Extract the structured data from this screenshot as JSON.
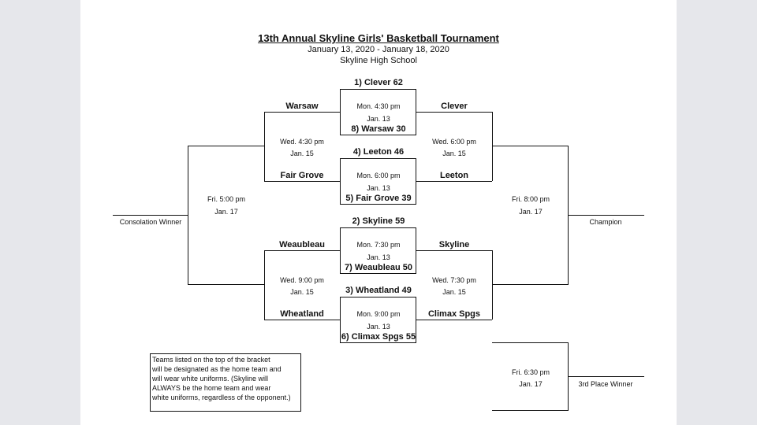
{
  "header": {
    "title": "13th Annual Skyline Girls' Basketball Tournament",
    "dates": "January 13, 2020 - January 18, 2020",
    "venue": "Skyline High School"
  },
  "round1": [
    {
      "top": "1) Clever 62",
      "time": "Mon. 4:30 pm",
      "date": "Jan. 13",
      "bottom": "8) Warsaw 30"
    },
    {
      "top": "4) Leeton 46",
      "time": "Mon. 6:00 pm",
      "date": "Jan. 13",
      "bottom": "5) Fair Grove 39"
    },
    {
      "top": "2) Skyline 59",
      "time": "Mon. 7:30 pm",
      "date": "Jan. 13",
      "bottom": "7) Weaubleau 50"
    },
    {
      "top": "3) Wheatland 49",
      "time": "Mon. 9:00 pm",
      "date": "Jan. 13",
      "bottom": "6) Climax Spgs 55"
    }
  ],
  "consolation_semis": [
    {
      "top": "Warsaw",
      "time": "Wed. 4:30 pm",
      "date": "Jan. 15",
      "bottom": "Fair Grove"
    },
    {
      "top": "Weaubleau",
      "time": "Wed. 9:00 pm",
      "date": "Jan. 15",
      "bottom": "Wheatland"
    }
  ],
  "winner_semis": [
    {
      "top": "Clever",
      "time": "Wed. 6:00 pm",
      "date": "Jan. 15",
      "bottom": "Leeton"
    },
    {
      "top": "Skyline",
      "time": "Wed. 7:30 pm",
      "date": "Jan. 15",
      "bottom": "Climax Spgs"
    }
  ],
  "consolation_final": {
    "time": "Fri. 5:00 pm",
    "date": "Jan. 17",
    "label": "Consolation Winner"
  },
  "championship": {
    "time": "Fri. 8:00 pm",
    "date": "Jan. 17",
    "label": "Champion"
  },
  "third_place": {
    "time": "Fri. 6:30 pm",
    "date": "Jan. 17",
    "label": "3rd Place Winner"
  },
  "note": [
    "Teams listed on the top of the bracket",
    "will be designated as the home team and",
    "will wear white uniforms. (Skyline will",
    "ALWAYS be the home team and wear",
    "white uniforms, regardless of the opponent.)"
  ]
}
